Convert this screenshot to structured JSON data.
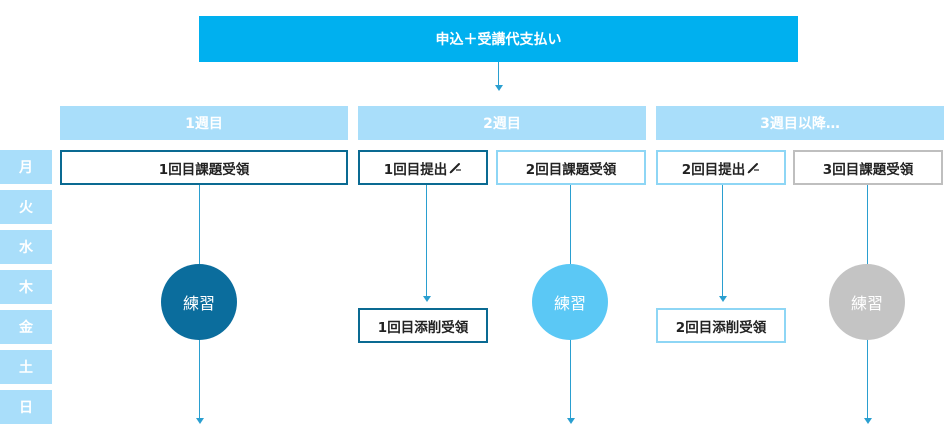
{
  "header": {
    "title": "申込＋受講代支払い"
  },
  "weeks": [
    {
      "label": "1週目"
    },
    {
      "label": "2週目"
    },
    {
      "label": "3週目以降…"
    }
  ],
  "days": [
    "月",
    "火",
    "水",
    "木",
    "金",
    "土",
    "日"
  ],
  "tasks": {
    "w1_receive": "1回目課題受領",
    "w2_submit": "1回目提出",
    "w2_receive": "2回目課題受領",
    "w2_correction": "1回目添削受領",
    "w3_submit": "2回目提出",
    "w3_receive": "3回目課題受領",
    "w3_correction": "2回目添削受領"
  },
  "practice": {
    "label": "練習",
    "colors": {
      "dark": "#0b6d9d",
      "light": "#5bc8f5",
      "gray": "#c4c4c4"
    }
  },
  "icons": {
    "submit": "pen-icon"
  },
  "colors": {
    "primary": "#00b0ef",
    "header_bg": "#a9defa",
    "connector": "#2a9fd0"
  }
}
